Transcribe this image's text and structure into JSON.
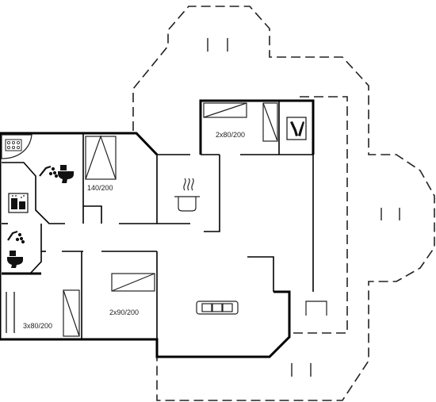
{
  "rooms": {
    "bedroom_top_right": {
      "bed_label": "2x80/200"
    },
    "bedroom_left_upper": {
      "bed_label": "140/200"
    },
    "bedroom_middle": {
      "bed_label": "2x90/200"
    },
    "bedroom_left_lower": {
      "bed_label": "3x80/200"
    }
  },
  "icons": [
    "sauna-icon",
    "shower-icon",
    "toilet-icon",
    "washing-machine-icon",
    "cooking-pot-icon",
    "sofa-icon",
    "wine-bottle-icon"
  ],
  "colors": {
    "wall": "#000000",
    "line": "#222222",
    "background": "#ffffff"
  }
}
